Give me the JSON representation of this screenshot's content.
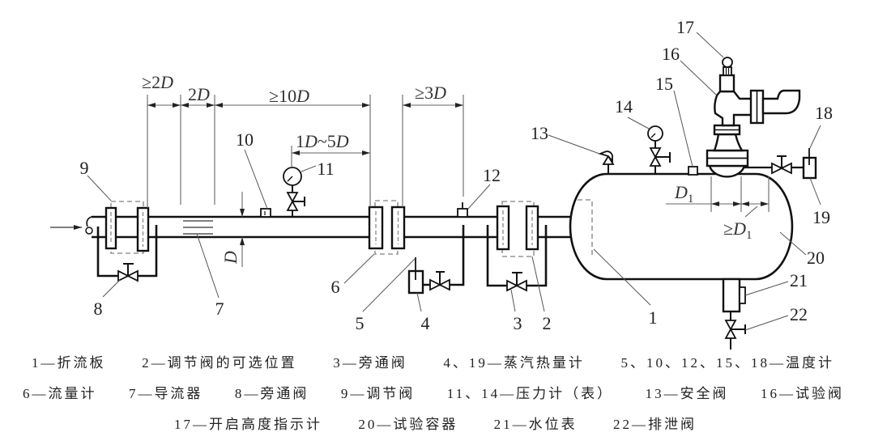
{
  "figure": {
    "dimensions": {
      "min_2D": {
        "prefix": "≥2",
        "var": "D"
      },
      "len_2D": {
        "prefix": "2",
        "var": "D"
      },
      "min_10D": {
        "prefix": "≥10",
        "var": "D"
      },
      "min_3D": {
        "prefix": "≥3",
        "var": "D"
      },
      "range_1D_5D": {
        "from": "1",
        "var_from": "D",
        "to": "~5",
        "var_to": "D"
      },
      "pipe_diameter": {
        "var": "D"
      },
      "vessel_diameter": {
        "var": "D",
        "sub": "1"
      },
      "min_D1": {
        "prefix": "≥",
        "var": "D",
        "sub": "1"
      }
    },
    "callouts": {
      "1": "1",
      "2": "2",
      "3": "3",
      "4": "4",
      "5": "5",
      "6": "6",
      "7": "7",
      "8": "8",
      "9": "9",
      "10": "10",
      "11": "11",
      "12": "12",
      "13": "13",
      "14": "14",
      "15": "15",
      "16": "16",
      "17": "17",
      "18": "18",
      "19": "19",
      "20": "20",
      "21": "21",
      "22": "22"
    }
  },
  "legend": {
    "lines": [
      {
        "items": [
          "1—折流板",
          "2—调节阀的可选位置",
          "3—旁通阀",
          "4、19—蒸汽热量计",
          "5、10、12、15、18—温度计"
        ]
      },
      {
        "items": [
          "6—流量计",
          "7—导流器",
          "8—旁通阀",
          "9—调节阀",
          "11、14—压力计（表）",
          "13—安全阀",
          "16—试验阀"
        ]
      },
      {
        "items": [
          "17—开启高度指示计",
          "20—试验容器",
          "21—水位表",
          "22—排泄阀"
        ]
      }
    ]
  }
}
